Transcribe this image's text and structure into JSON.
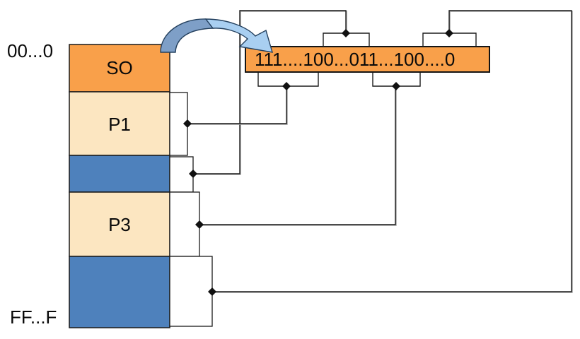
{
  "diagram": {
    "top_address_label": "00...0",
    "bottom_address_label": "FF...F",
    "memory_segments": [
      {
        "label": "SO",
        "kind": "os"
      },
      {
        "label": "P1",
        "kind": "process"
      },
      {
        "label": "",
        "kind": "free"
      },
      {
        "label": "P3",
        "kind": "process"
      },
      {
        "label": "",
        "kind": "free"
      }
    ],
    "bitmap_bar": {
      "value": "111....100...011...100....0"
    },
    "colors": {
      "os_fill": "#F9A04A",
      "process_fill": "#FCE6C1",
      "free_fill": "#4E81BC",
      "bitmap_fill": "#F9A04A",
      "callout_fill": "#FFFFFF",
      "arrow_front_fill": "#A9CFF1",
      "arrow_back_fill": "#7E9FC7",
      "connector_stroke": "#1C1C1C",
      "diamond_fill": "#111111"
    }
  }
}
